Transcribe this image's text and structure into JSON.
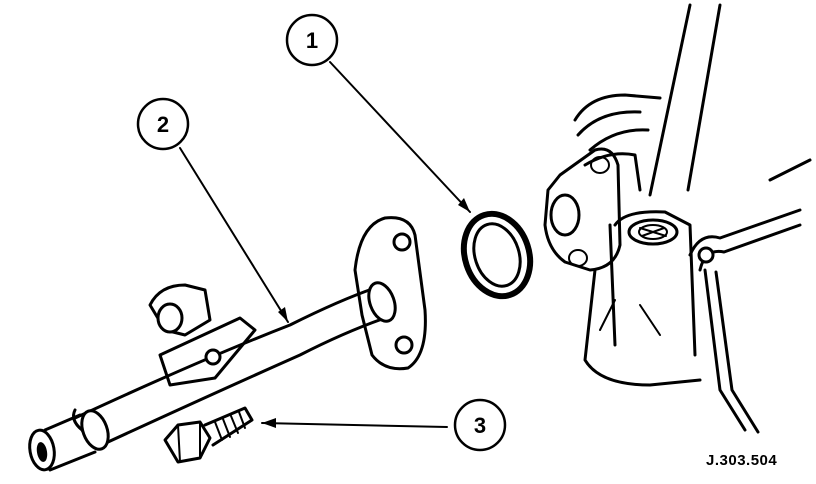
{
  "callouts": [
    {
      "id": "1",
      "label": "1"
    },
    {
      "id": "2",
      "label": "2"
    },
    {
      "id": "3",
      "label": "3"
    }
  ],
  "reference_code": "J.303.504",
  "colors": {
    "ink": "#000000",
    "paper": "#ffffff"
  }
}
